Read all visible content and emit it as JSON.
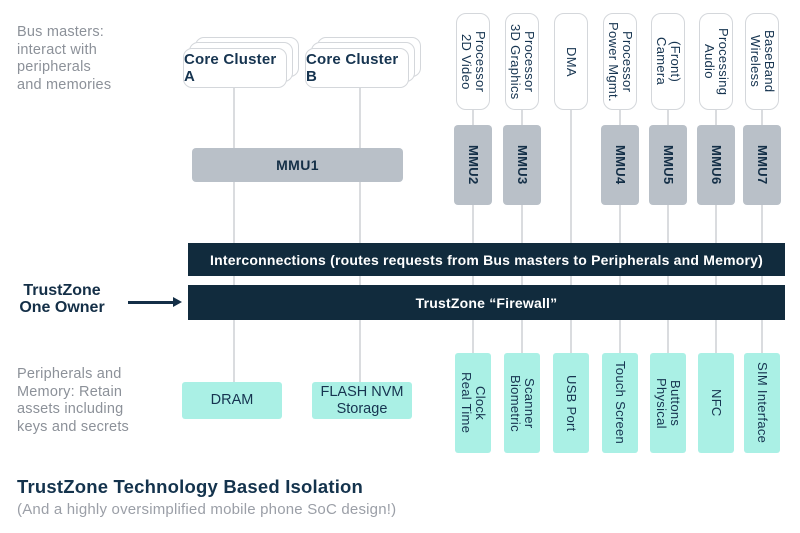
{
  "annotations": {
    "bus_masters": "Bus masters:\ninteract with\nperipherals\nand memories",
    "owner": "TrustZone\nOne Owner",
    "peripherals_memory": "Peripherals and\nMemory: Retain\nassets including\nkeys and secrets"
  },
  "clusters": [
    {
      "label": "Core Cluster A"
    },
    {
      "label": "Core Cluster B"
    }
  ],
  "mmu_main": {
    "label": "MMU1"
  },
  "bus_master_devices": [
    {
      "label": "2D Video\nProcessor"
    },
    {
      "label": "3D Graphics\nProcessor"
    },
    {
      "label": "DMA"
    },
    {
      "label": "Power Mgmt.\nProcessor"
    },
    {
      "label": "Camera\n(Front)"
    },
    {
      "label": "Audio\nProcessing"
    },
    {
      "label": "Wireless\nBaseBand"
    }
  ],
  "mmus": [
    {
      "label": "MMU2"
    },
    {
      "label": "MMU3"
    },
    {
      "label": "MMU4"
    },
    {
      "label": "MMU5"
    },
    {
      "label": "MMU6"
    },
    {
      "label": "MMU7"
    }
  ],
  "bars": {
    "interconnect": "Interconnections (routes requests from Bus masters to Peripherals and Memory)",
    "firewall": "TrustZone “Firewall”"
  },
  "memories": [
    {
      "label": "DRAM"
    },
    {
      "label": "FLASH NVM\nStorage"
    }
  ],
  "peripherals": [
    {
      "label": "Real Time\nClock"
    },
    {
      "label": "Biometric\nScanner"
    },
    {
      "label": "USB Port"
    },
    {
      "label": "Touch Screen"
    },
    {
      "label": "Physical\nButtons"
    },
    {
      "label": "NFC"
    },
    {
      "label": "SIM Interface"
    }
  ],
  "footer": {
    "title": "TrustZone Technology Based Isolation",
    "subtitle": "(And a highly oversimplified mobile phone SoC design!)"
  },
  "colors": {
    "navy": "#112b3d",
    "teal": "#aaf0e5",
    "mmu_gray": "#b9c0c8",
    "text_gray": "#8c9199"
  }
}
